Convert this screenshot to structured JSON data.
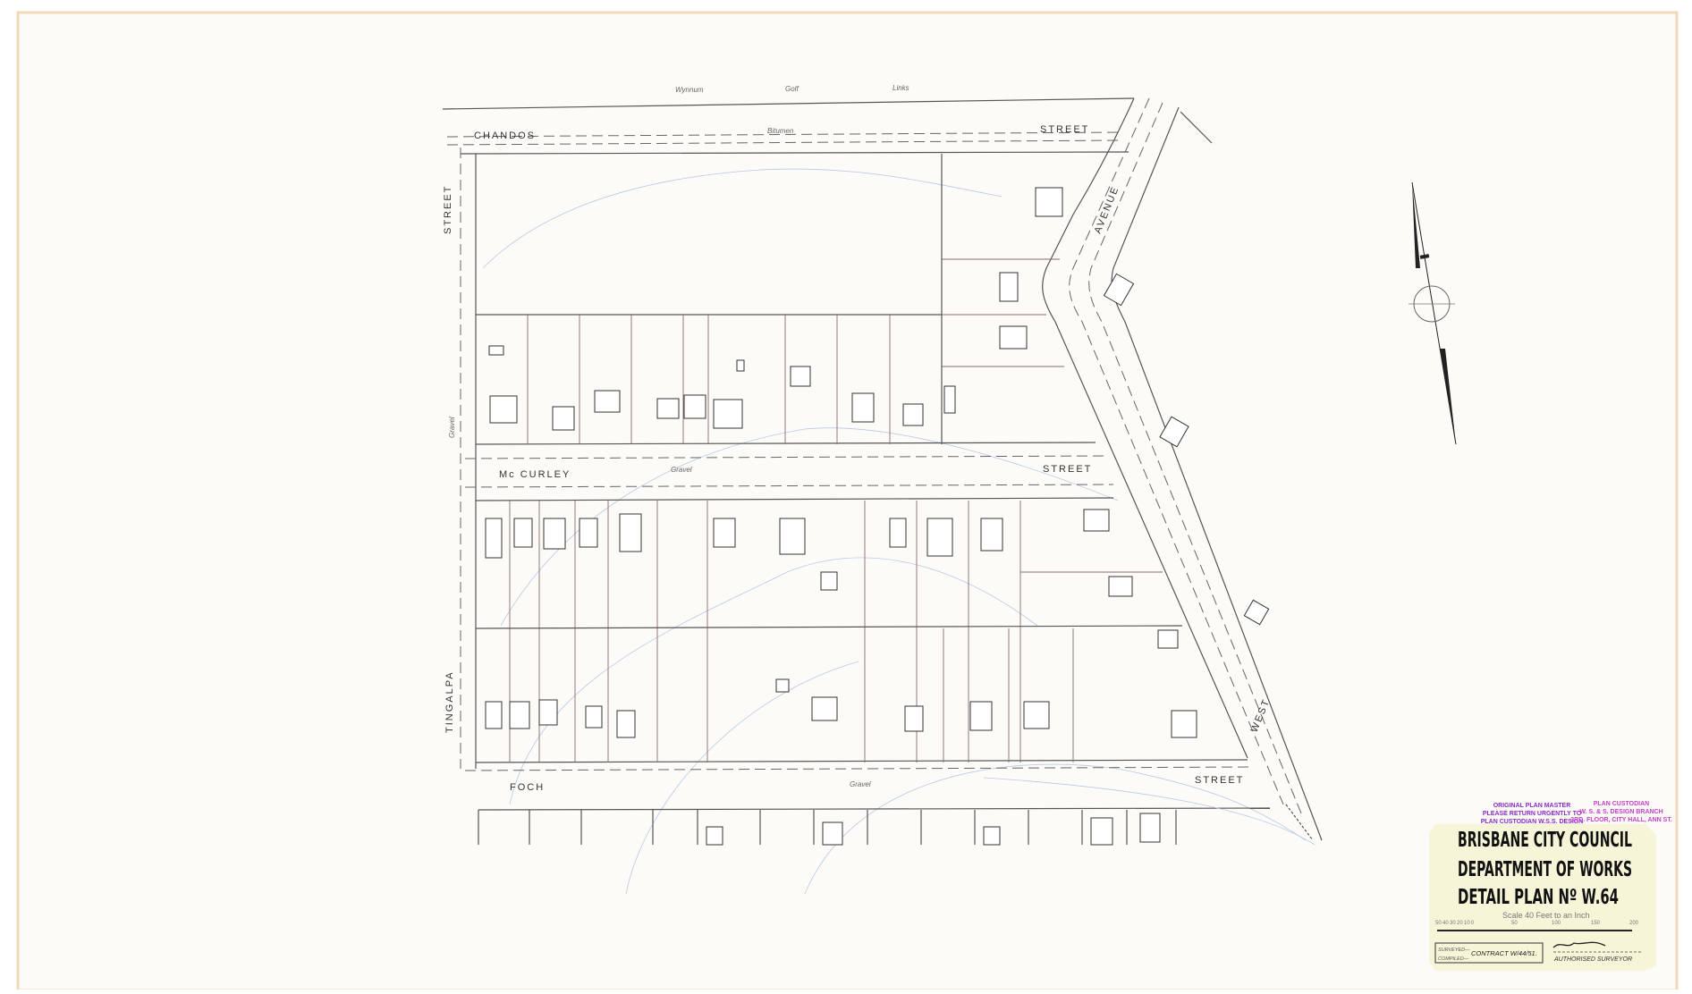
{
  "map": {
    "top_labels": [
      "Wynnum",
      "Golf",
      "Links"
    ],
    "streets": {
      "chandos": "CHANDOS",
      "chandos_street": "STREET",
      "chandos_surface": "Bitumen",
      "tingalpa_street": "STREET",
      "tingalpa": "TINGALPA",
      "tingalpa_surface": "Gravel",
      "mccurley": "Mc CURLEY",
      "mccurley_street": "STREET",
      "mccurley_surface": "Gravel",
      "foch": "FOCH",
      "foch_street": "STREET",
      "foch_surface": "Gravel",
      "west": "WEST",
      "avenue": "AVENUE"
    },
    "north_arrow": "north-arrow-icon"
  },
  "stamps": {
    "master": [
      "ORIGINAL PLAN MASTER",
      "PLEASE RETURN URGENTLY TO",
      "PLAN CUSTODIAN W.S.S. DESIGN"
    ],
    "custodian": [
      "PLAN CUSTODIAN",
      "W. S. & S. DESIGN BRANCH",
      "3RD. FLOOR, CITY HALL, ANN ST."
    ],
    "colors": {
      "master": "#8a2bc8",
      "custodian": "#c440c8"
    }
  },
  "title_block": {
    "line1": "BRISBANE CITY COUNCIL",
    "line2": "DEPARTMENT OF WORKS",
    "line3": "DETAIL PLAN Nº W.64",
    "scale": "Scale 40 Feet to an Inch",
    "scale_ticks": [
      "50",
      "40",
      "30",
      "20",
      "10",
      "0",
      "50",
      "100",
      "150",
      "200"
    ],
    "surveyed_label": "SURVEYED—",
    "compiled_label": "COMPILED—",
    "contract": "CONTRACT W/44/51.",
    "authorised": "AUTHORISED SURVEYOR",
    "background": "#f6f5d8"
  }
}
